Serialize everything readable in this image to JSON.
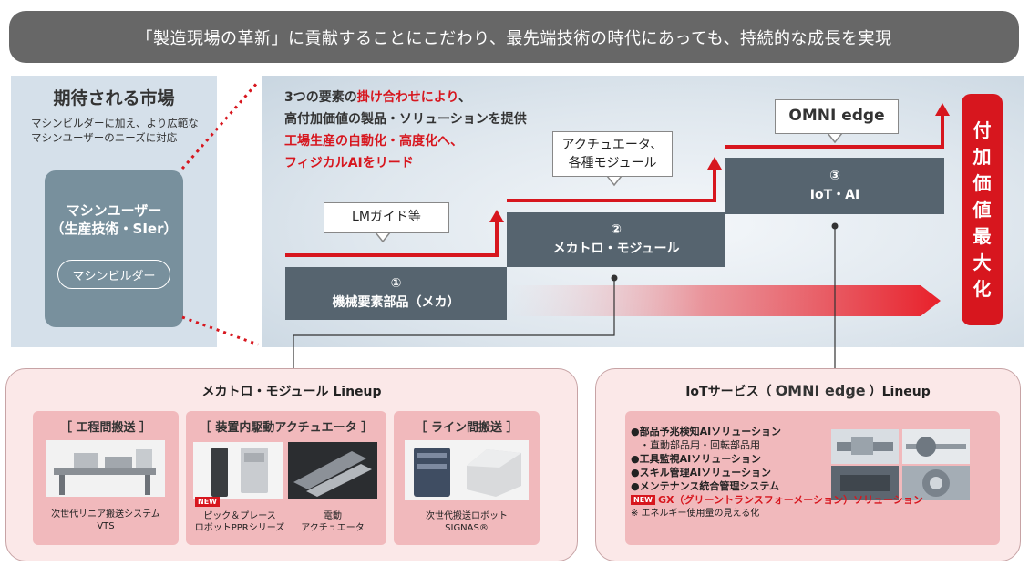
{
  "header": {
    "text": "「製造現場の革新」に貢献することにこだわり、最先端技術の時代にあっても、持続的な成長を実現"
  },
  "market": {
    "title": "期待される市場",
    "desc_line1": "マシンビルダーに加え、より広範な",
    "desc_line2": "マシンユーザーのニーズに対応",
    "user_line1": "マシンユーザー",
    "user_line2": "（生産技術・SIer）",
    "builder": "マシンビルダー"
  },
  "main": {
    "line1_a": "3つの要素の",
    "line1_b": "掛け合わせにより",
    "line1_c": "、",
    "line2": "高付加価値の製品・ソリューションを提供",
    "line3": "工場生産の自動化・高度化へ、",
    "line4": "フィジカルAIをリード"
  },
  "steps": [
    {
      "num": "①",
      "label": "機械要素部品（メカ）"
    },
    {
      "num": "②",
      "label": "メカトロ・モジュール"
    },
    {
      "num": "③",
      "label": "IoT・AI"
    }
  ],
  "callouts": {
    "lm": "LMガイド等",
    "act_line1": "アクチュエータ、",
    "act_line2": "各種モジュール",
    "omni": "OMNI edge"
  },
  "max_value": [
    "付",
    "加",
    "価",
    "値",
    "最",
    "大",
    "化"
  ],
  "lineup_a": {
    "title": "メカトロ・モジュール Lineup",
    "cards": [
      {
        "head": "［ 工程間搬送 ］",
        "caption_line1": "次世代リニア搬送システム",
        "caption_line2": "VTS"
      },
      {
        "head": "［ 装置内駆動アクチュエータ ］",
        "new": "NEW",
        "caption1_line1": "ピック＆プレース",
        "caption1_line2": "ロボットPPRシリーズ",
        "caption2_line1": "電動",
        "caption2_line2": "アクチュエータ"
      },
      {
        "head": "［ ライン間搬送 ］",
        "caption_line1": "次世代搬送ロボット",
        "caption_line2": "SIGNAS®"
      }
    ]
  },
  "lineup_b": {
    "title_a": "IoTサービス（",
    "title_omni": "OMNI edge",
    "title_b": "）Lineup",
    "items": [
      "●部品予兆検知AIソリューション",
      "・直動部品用・回転部品用",
      "●工具監視AIソリューション",
      "●スキル管理AIソリューション",
      "●メンテナンス統合管理システム"
    ],
    "new": "NEW",
    "gx": "GX（グリーントランスフォーメーション）ソリューション",
    "note": "※ エネルギー使用量の見える化"
  },
  "colors": {
    "red": "#d7161e",
    "step": "#56646f",
    "header": "#676767",
    "user_box": "#78909d",
    "pink_card": "#f1b9bc"
  }
}
